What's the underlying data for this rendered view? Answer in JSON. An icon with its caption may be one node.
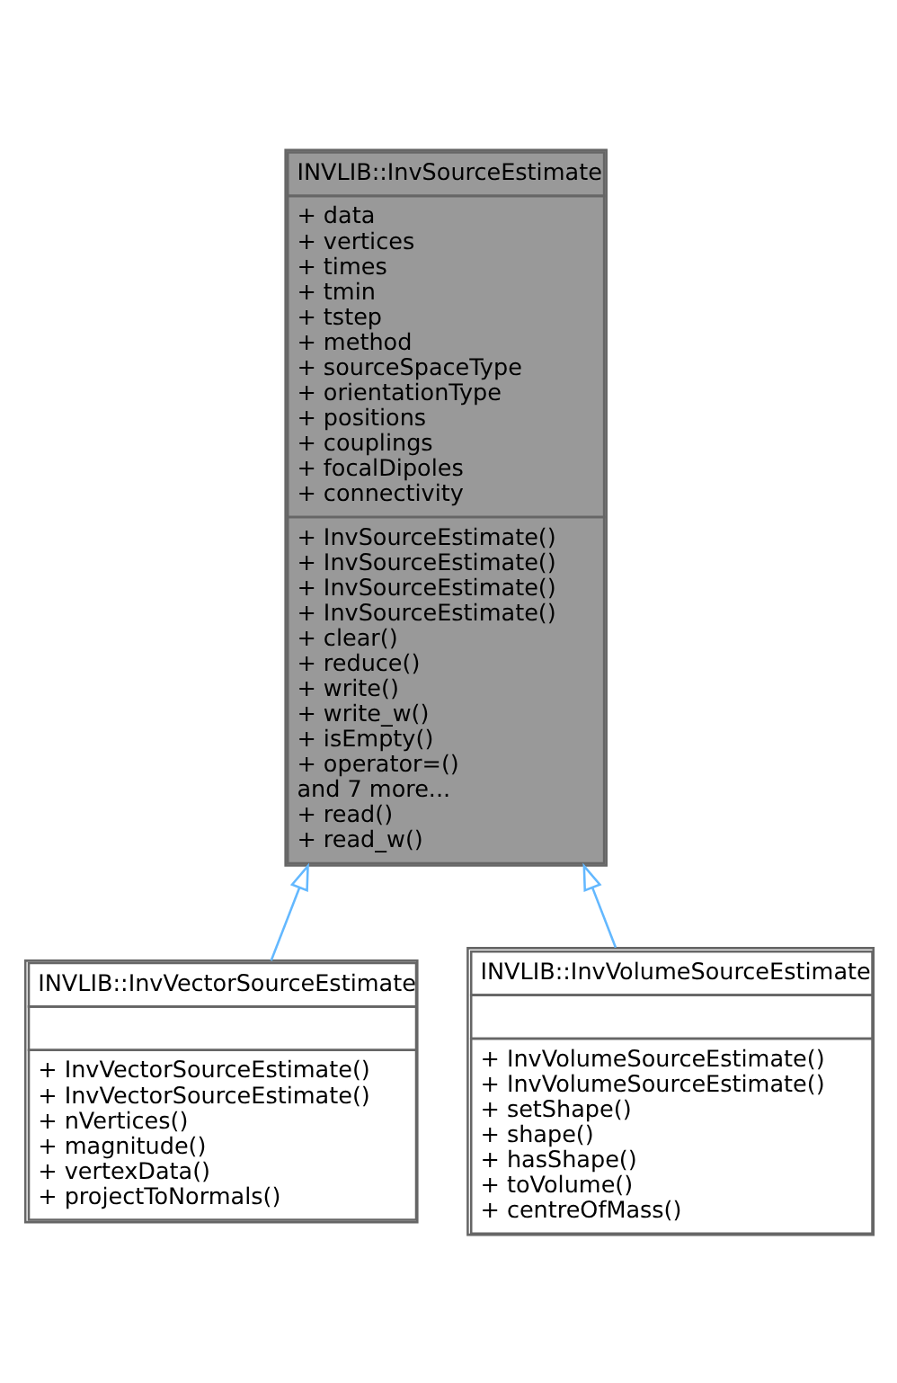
{
  "diagram": {
    "nodes": [
      {
        "text": [
          "INVLIB::InvSourceEstimate",
          "+ data",
          "+ vertices",
          "+ times",
          "+ tmin",
          "+ tstep",
          "+ method",
          "+ sourceSpaceType",
          "+ orientationType",
          "+ positions",
          "+ couplings",
          "+ focalDipoles",
          "+ connectivity",
          "+ InvSourceEstimate()",
          "+ InvSourceEstimate()",
          "+ InvSourceEstimate()",
          "+ InvSourceEstimate()",
          "+ clear()",
          "+ reduce()",
          "+ write()",
          "+ write_w()",
          "+ isEmpty()",
          "+ operator=()",
          "and 7 more...",
          "+ read()",
          "+ read_w()"
        ]
      },
      {
        "text": [
          "INVLIB::InvVectorSourceEstimate",
          "+ InvVectorSourceEstimate()",
          "+ InvVectorSourceEstimate()",
          "+ nVertices()",
          "+ magnitude()",
          "+ vertexData()",
          "+ projectToNormals()"
        ]
      },
      {
        "text": [
          "INVLIB::InvVolumeSourceEstimate",
          "+ InvVolumeSourceEstimate()",
          "+ InvVolumeSourceEstimate()",
          "+ setShape()",
          "+ shape()",
          "+ hasShape()",
          "+ toVolume()",
          "+ centreOfMass()"
        ]
      }
    ],
    "edges": [
      {
        "from": 1,
        "to": 0,
        "arrow": "to"
      },
      {
        "from": 2,
        "to": 0,
        "arrow": "to"
      }
    ]
  }
}
